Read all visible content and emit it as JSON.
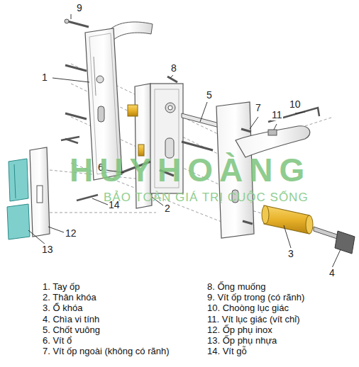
{
  "diagram": {
    "labels": [
      "9",
      "8",
      "1",
      "5",
      "7",
      "10",
      "11",
      "6",
      "2",
      "14",
      "12",
      "13",
      "3",
      "4",
      "HUYHOÀNG",
      "BẢO TOÀN GIÁ TRỊ CUỘC SỐNG",
      "1. Tay ốp",
      "2. Thân khóa",
      "3. Ổ khóa",
      "4. Chìa vi tính",
      "5. Chốt vuông",
      "6. Vít ổ",
      "7. Vít ốp ngoài (không có rãnh)",
      "8. Ống muống",
      "9. Vít ốp trong (có rãnh)",
      "10. Choòng lục giác",
      "11. Vít lục giác (vít chỉ)",
      "12. Ốp phụ inox",
      "13. Ốp phụ nhựa",
      "14. Vít gỗ"
    ]
  }
}
